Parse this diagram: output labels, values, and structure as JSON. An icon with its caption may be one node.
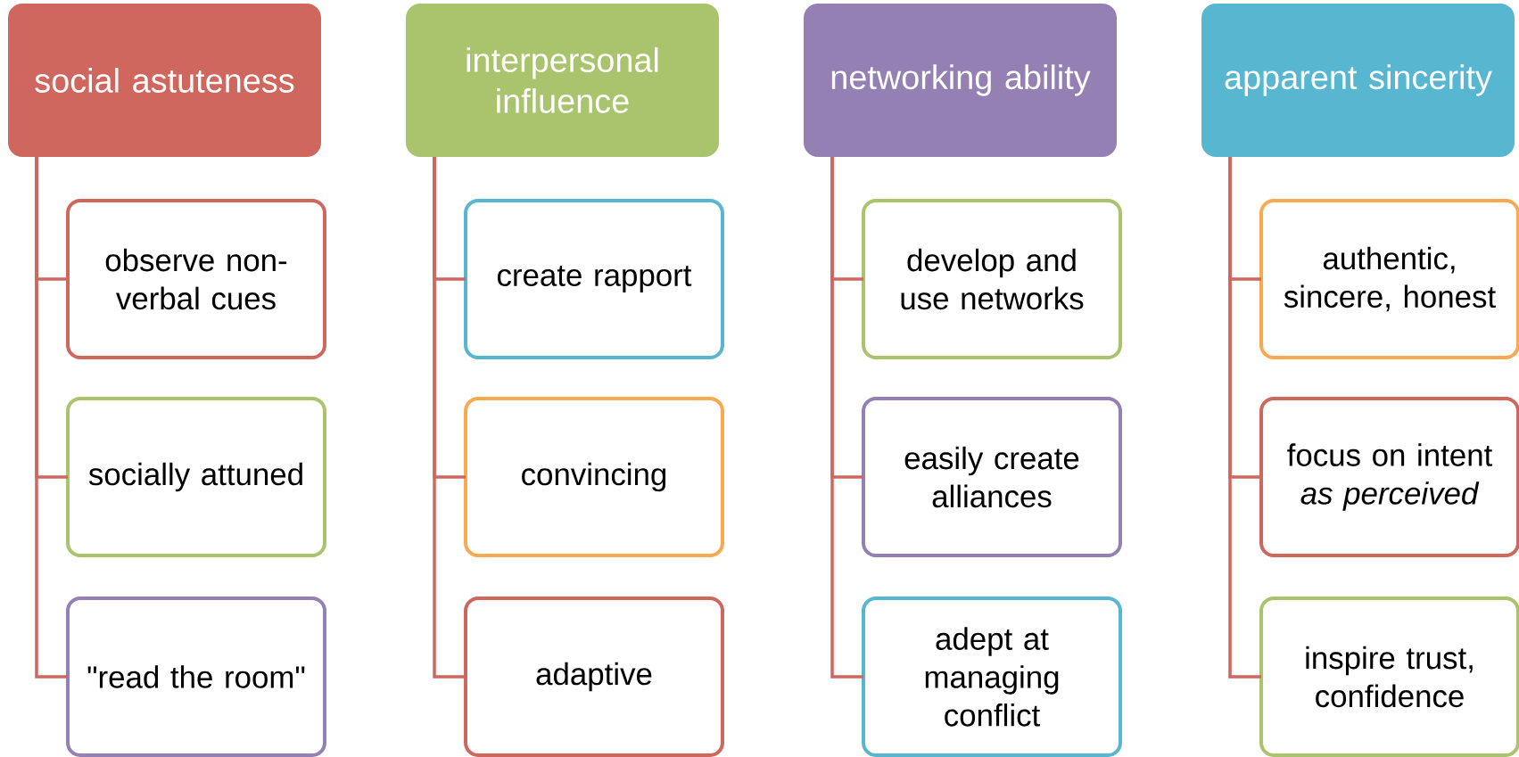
{
  "diagram": {
    "nodes": [
      {
        "text": [
          "social astuteness"
        ]
      },
      {
        "text": [
          "observe non-verbal cues"
        ]
      },
      {
        "text": [
          "socially attuned"
        ]
      },
      {
        "text": [
          "\"read the room\""
        ]
      },
      {
        "text": [
          "interpersonal influence"
        ]
      },
      {
        "text": [
          "create rapport"
        ]
      },
      {
        "text": [
          "convincing"
        ]
      },
      {
        "text": [
          "adaptive"
        ]
      },
      {
        "text": [
          "networking ability"
        ]
      },
      {
        "text": [
          "develop and use networks"
        ]
      },
      {
        "text": [
          "easily create alliances"
        ]
      },
      {
        "text": [
          "adept at managing conflict"
        ]
      },
      {
        "text": [
          "apparent sincerity"
        ]
      },
      {
        "text": [
          "authentic, sincere, honest"
        ]
      },
      {
        "text": [
          "focus on intent *as perceived*"
        ]
      },
      {
        "text": [
          "inspire trust, confidence"
        ]
      }
    ],
    "edges": [
      {
        "from": 0,
        "to": 1,
        "arrow": "none"
      },
      {
        "from": 0,
        "to": 2,
        "arrow": "none"
      },
      {
        "from": 0,
        "to": 3,
        "arrow": "none"
      },
      {
        "from": 4,
        "to": 5,
        "arrow": "none"
      },
      {
        "from": 4,
        "to": 6,
        "arrow": "none"
      },
      {
        "from": 4,
        "to": 7,
        "arrow": "none"
      },
      {
        "from": 8,
        "to": 9,
        "arrow": "none"
      },
      {
        "from": 8,
        "to": 10,
        "arrow": "none"
      },
      {
        "from": 8,
        "to": 11,
        "arrow": "none"
      },
      {
        "from": 12,
        "to": 13,
        "arrow": "none"
      },
      {
        "from": 12,
        "to": 14,
        "arrow": "none"
      },
      {
        "from": 12,
        "to": 15,
        "arrow": "none"
      }
    ]
  }
}
